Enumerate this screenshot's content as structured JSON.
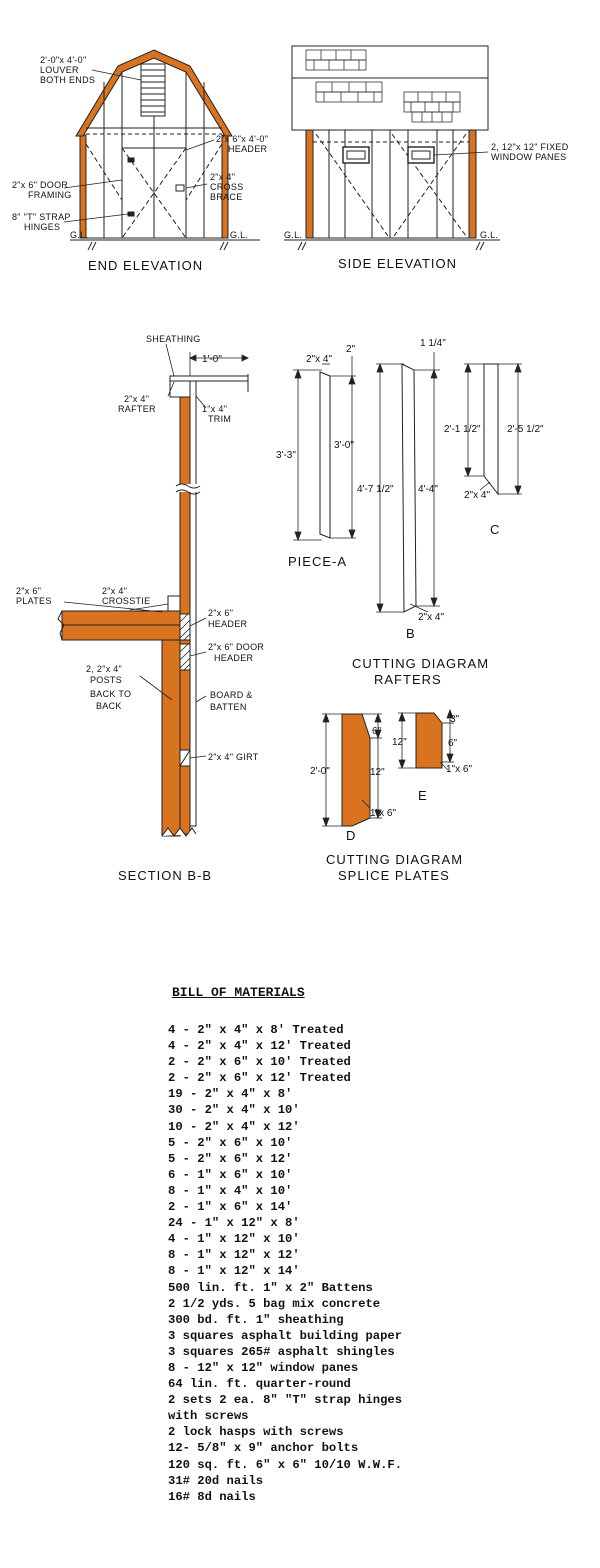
{
  "end_elevation": {
    "labels": {
      "louver": "2'-0\"x 4'-0\"",
      "louver_2": "LOUVER",
      "louver_3": "BOTH ENDS",
      "header": "2\"x 6\"x 4'-0\"",
      "header_2": "HEADER",
      "door_framing": "2\"x 6\" DOOR",
      "door_framing_2": "FRAMING",
      "cross_brace": "2\"x 4\"",
      "cross_brace_2": "CROSS",
      "cross_brace_3": "BRACE",
      "strap_hinges": "8\" \"T\" STRAP",
      "strap_hinges_2": "HINGES",
      "grade_left": "G.L.",
      "grade_right": "G.L."
    },
    "caption": "END ELEVATION"
  },
  "side_elevation": {
    "labels": {
      "window_panes": "2, 12\"x 12\" FIXED",
      "window_panes_2": "WINDOW PANES",
      "grade_left": "G.L.",
      "grade_right": "G.L."
    },
    "caption": "SIDE ELEVATION"
  },
  "section": {
    "labels": {
      "sheathing": "SHEATHING",
      "overhang": "1'-0\"",
      "rafter": "2\"x 4\"",
      "rafter_2": "RAFTER",
      "trim": "1\"x 4\"",
      "trim_2": "TRIM",
      "plates": "2\"x 6\"",
      "plates_2": "PLATES",
      "crosstie": "2\"x 4\"",
      "crosstie_2": "CROSSTIE",
      "header": "2\"x 6\"",
      "header_2": "HEADER",
      "door_header": "2\"x 6\" DOOR",
      "door_header_2": "HEADER",
      "posts": "2, 2\"x 4\"",
      "posts_2": "POSTS",
      "posts_3": "BACK TO",
      "posts_4": "BACK",
      "board_batten": "BOARD &",
      "board_batten_2": "BATTEN",
      "girt": "2\"x 4\" GIRT"
    },
    "caption": "SECTION B-B"
  },
  "rafters": {
    "dims": {
      "a_top": "2\"x 4\"",
      "a_cut": "2\"",
      "a_long": "3'-3\"",
      "a_short": "3'-0\"",
      "b_top": "1 1/4\"",
      "b_long": "4'-7 1/2\"",
      "b_short": "4'-4\"",
      "b_stock": "2\"x 4\"",
      "c_short": "2'-1 1/2\"",
      "c_long": "2'-5 1/2\"",
      "c_stock": "2\"x 4\""
    },
    "piece_labels": {
      "a": "PIECE-A",
      "b": "B",
      "c": "C"
    },
    "caption": "CUTTING DIAGRAM",
    "caption_2": "RAFTERS"
  },
  "splice": {
    "dims": {
      "d_height": "2'-0\"",
      "d_top": "6\"",
      "d_mid": "12\"",
      "d_stock": "1\"x 6\"",
      "e_height": "12\"",
      "e_top": "3\"",
      "e_mid": "6\"",
      "e_stock": "1\"x 6\""
    },
    "piece_labels": {
      "d": "D",
      "e": "E"
    },
    "caption": "CUTTING DIAGRAM",
    "caption_2": "SPLICE PLATES"
  },
  "bill": {
    "title": "BILL OF MATERIALS",
    "items": [
      "4 - 2\" x 4\" x 8' Treated",
      "4 - 2\" x 4\" x 12' Treated",
      "2 - 2\" x 6\" x 10' Treated",
      "2 - 2\" x 6\" x 12' Treated",
      "19 - 2\" x 4\" x 8'",
      "30 - 2\" x 4\" x 10'",
      "10 - 2\" x 4\" x 12'",
      "5 - 2\" x 6\" x 10'",
      "5 - 2\" x 6\" x 12'",
      "6 - 1\" x 6\" x 10'",
      "8 - 1\" x 4\" x 10'",
      "2 - 1\" x 6\" x 14'",
      "24 - 1\" x 12\" x 8'",
      "4 - 1\" x 12\" x 10'",
      "8 - 1\" x 12\" x 12'",
      "8 - 1\" x 12\" x 14'",
      "500 lin. ft. 1\" x 2\" Battens",
      "2 1/2 yds. 5 bag mix concrete",
      "300 bd. ft. 1\" sheathing",
      "3 squares asphalt building paper",
      "3 squares 265# asphalt shingles",
      "8 - 12\" x 12\" window panes",
      "64 lin. ft. quarter-round",
      "2 sets 2 ea. 8\" \"T\" strap hinges",
      "   with screws",
      "2 lock hasps with screws",
      "12- 5/8\" x 9\" anchor bolts",
      "120 sq. ft. 6\" x 6\" 10/10 W.W.F.",
      "31# 20d nails",
      "16# 8d nails"
    ]
  }
}
